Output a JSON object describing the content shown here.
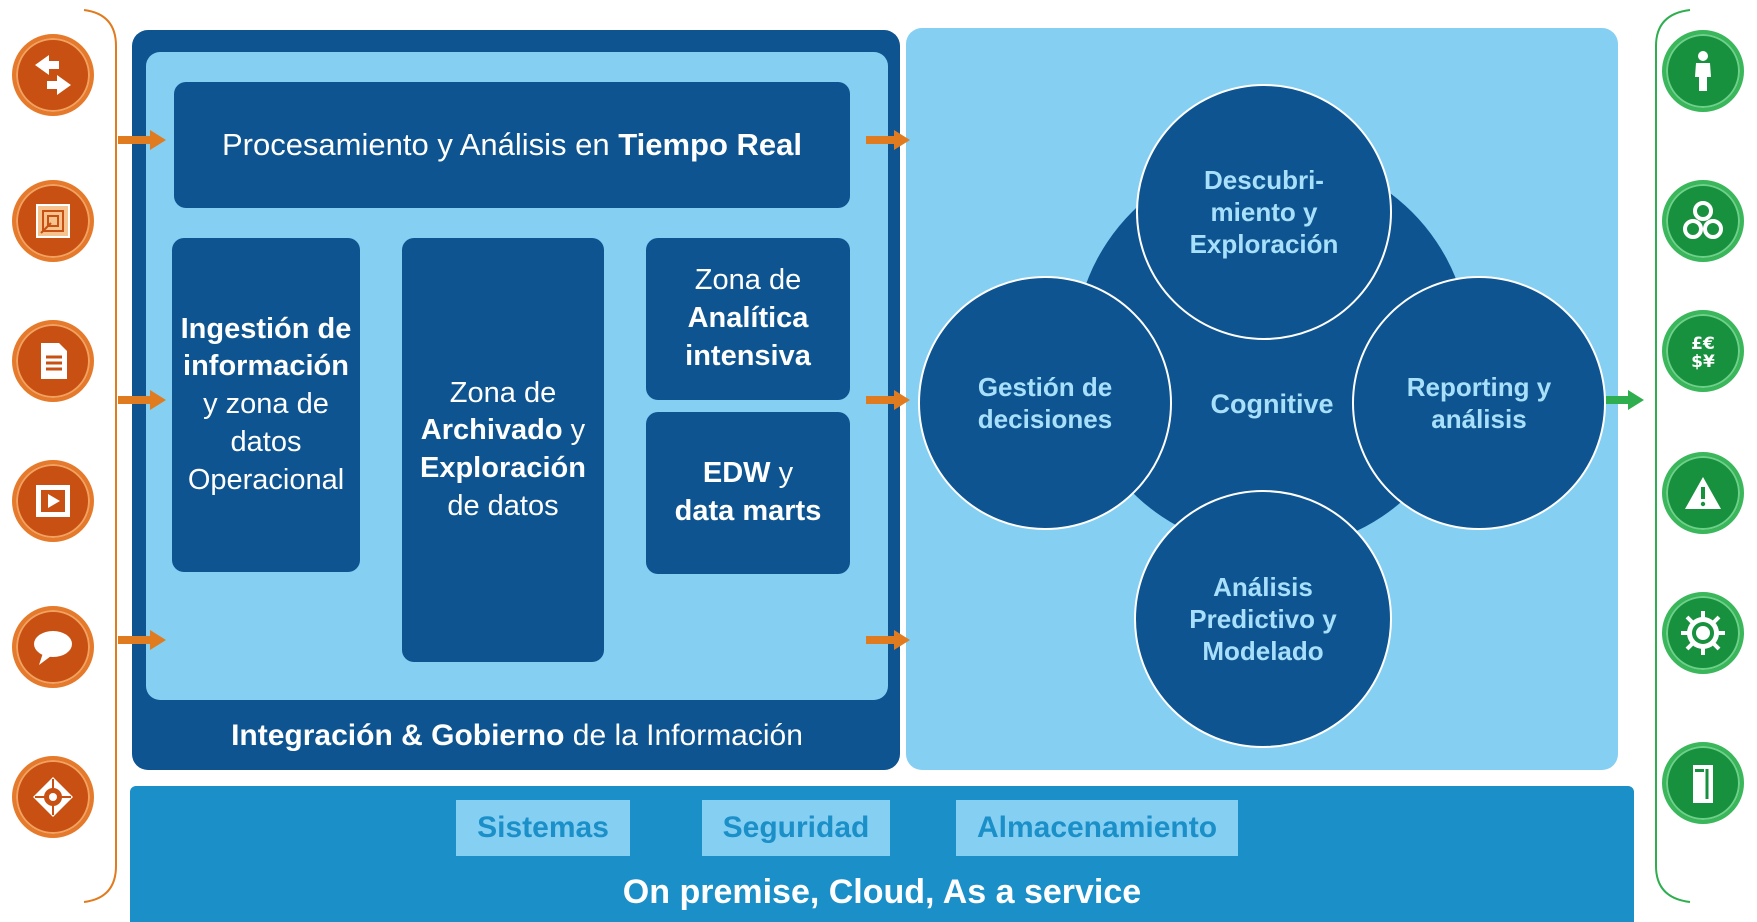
{
  "colors": {
    "dark_blue": "#0d5490",
    "light_blue": "#85cff3",
    "band_blue": "#1a8fc8",
    "source_orange": "#c85012",
    "output_green": "#18913f",
    "arrow_orange": "#e07b1f",
    "arrow_green": "#2fae4f"
  },
  "left_panel": {
    "realtime": {
      "plain": "Procesamiento y Análisis en ",
      "bold": "Tiempo Real"
    },
    "ingestion": {
      "bold": "Ingestión de información",
      "plain": "y zona de datos Operacional"
    },
    "archive": {
      "line1": "Zona de",
      "bold1": "Archivado",
      "mid": " y",
      "bold2": "Exploración",
      "line4": "de datos"
    },
    "analytics": {
      "line1": "Zona de",
      "bold": "Analítica intensiva"
    },
    "edw": {
      "bold1": "EDW",
      "mid": " y",
      "bold2": "data marts"
    },
    "integration": {
      "bold": "Integración & Gobierno",
      "plain": " de la Información"
    }
  },
  "right_panel": {
    "center": "Cognitive",
    "top": "Descubri-\nmiento y\nExploración",
    "left": "Gestión de\ndecisiones",
    "right": "Reporting y\nanálisis",
    "bottom": "Análisis\nPredictivo y\nModelado"
  },
  "bottom_band": {
    "chips": [
      "Sistemas",
      "Seguridad",
      "Almacenamiento"
    ],
    "deployment": "On premise, Cloud, As a service"
  },
  "source_icons": [
    "transfer-arrows-icon",
    "spiral-sensor-icon",
    "document-icon",
    "video-play-icon",
    "speech-bubble-icon",
    "location-target-icon"
  ],
  "output_icons": [
    "person-icon",
    "network-cluster-icon",
    "currency-icon",
    "warning-icon",
    "gear-icon",
    "server-icon"
  ]
}
